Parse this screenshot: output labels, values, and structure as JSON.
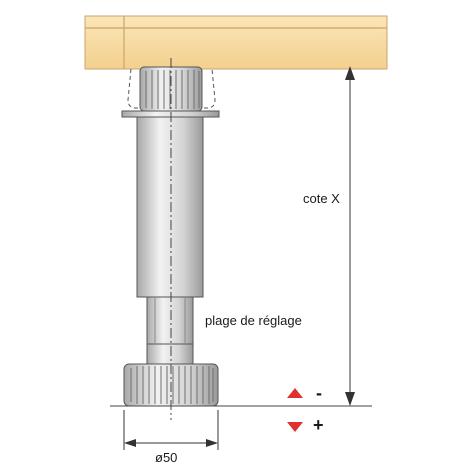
{
  "labels": {
    "height_dimension": "cote X",
    "adjustment_range": "plage de réglage",
    "diameter": "ø50",
    "minus_sign": "-",
    "plus_sign": "+"
  },
  "colors": {
    "wood_fill": "#f8dca1",
    "wood_edge": "#c9a56a",
    "metal_light": "#e9e9e9",
    "metal_mid": "#cfcfcf",
    "metal_dark": "#8c8c8c",
    "line": "#333333",
    "arrow_red": "#e03030"
  }
}
